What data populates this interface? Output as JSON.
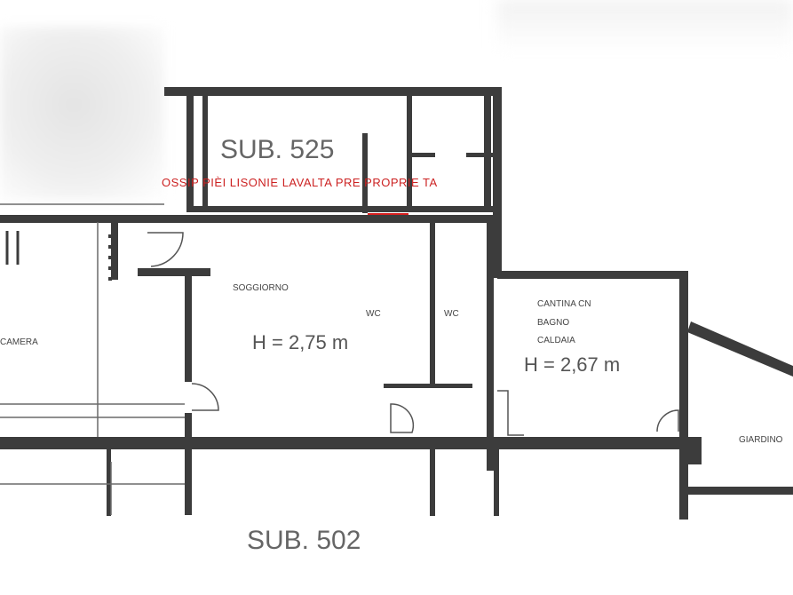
{
  "plan": {
    "sub_top": "SUB. 525",
    "sub_bottom": "SUB. 502",
    "red_note": "OSSIP PIÈI LISONIE LAVALTA PRE PROPRIE TA",
    "rooms": {
      "soggiorno": {
        "name": "SOGGIORNO",
        "height": "H = 2,75 m"
      },
      "cantina": {
        "name_lines": [
          "CANTINA CN",
          "BAGNO",
          "CALDAIA"
        ],
        "height": "H = 2,67 m"
      },
      "left_room": "CAMERA",
      "right_room": "GIARDINO"
    },
    "small_marks": {
      "wc_a": "WC",
      "wc_b": "WC"
    },
    "colors": {
      "wall": "#3c3c3c",
      "red": "#d81f1f",
      "text": "#555555"
    }
  }
}
